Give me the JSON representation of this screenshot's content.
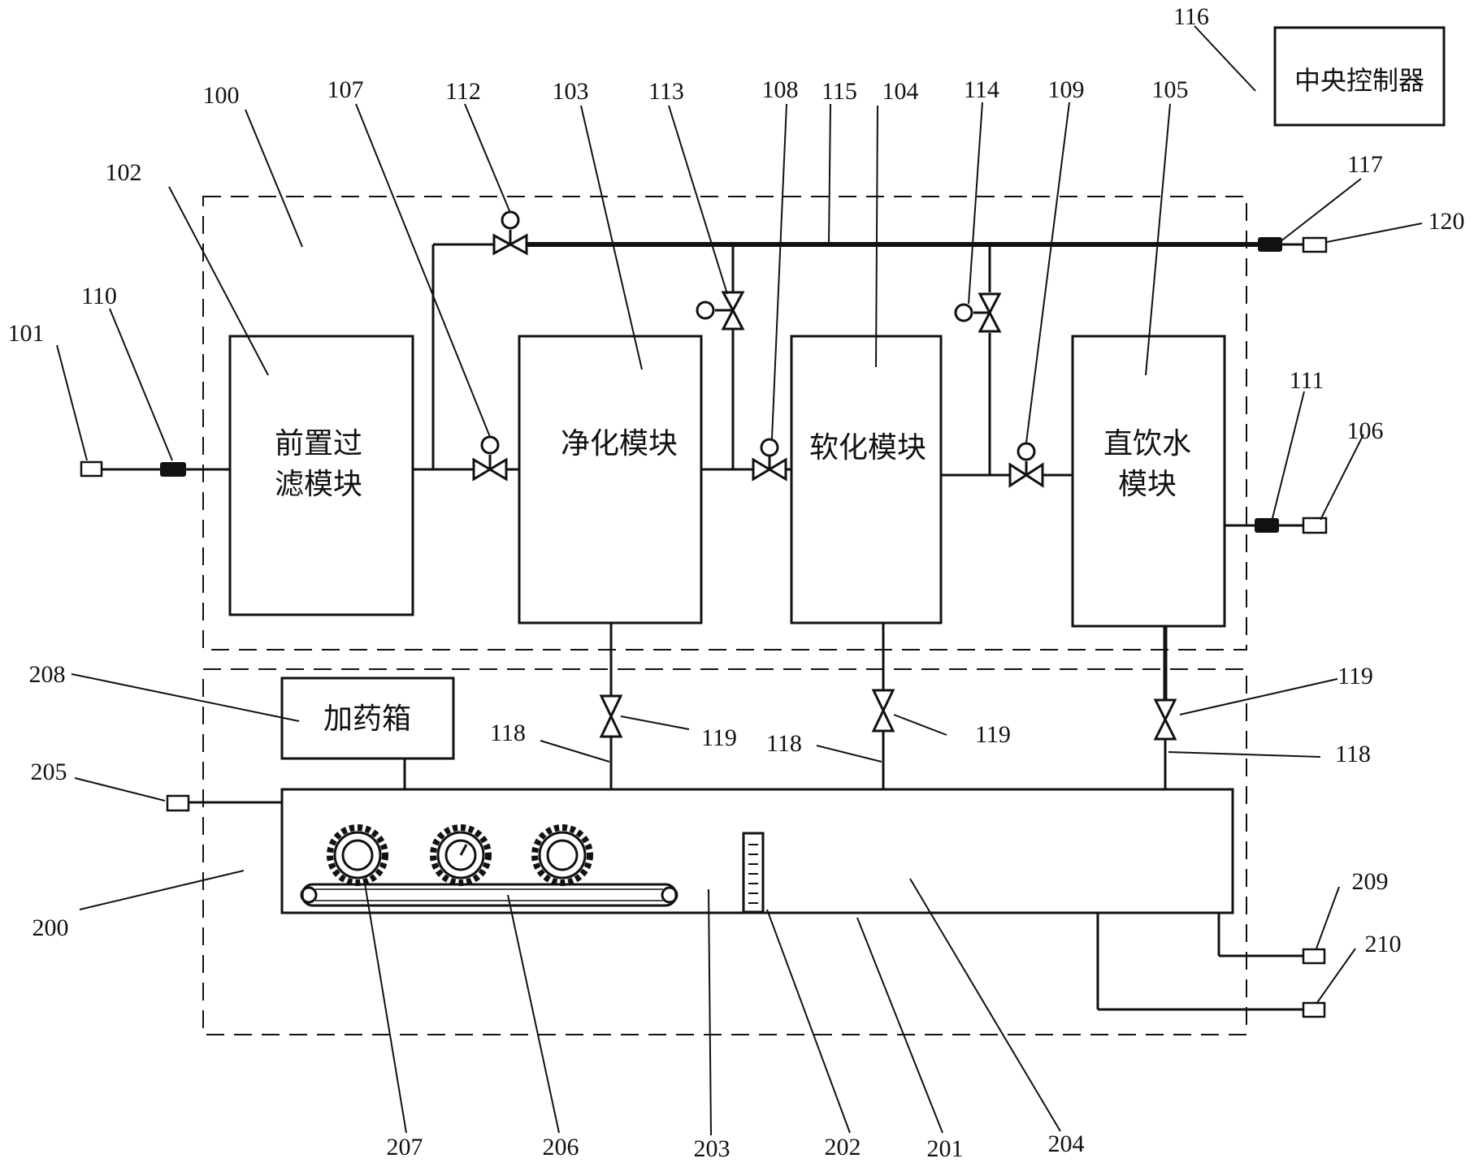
{
  "modules": {
    "pre_filter": {
      "ref": "102",
      "line1": "前置过",
      "line2": "滤模块"
    },
    "purification": {
      "ref": "103",
      "label": "净化模块"
    },
    "softening": {
      "ref": "104",
      "label": "软化模块"
    },
    "direct_drinking": {
      "ref": "105",
      "line1": "直饮水",
      "line2": "模块"
    },
    "dosing_box": {
      "ref": "208",
      "label": "加药箱"
    },
    "central_controller": {
      "ref": "116",
      "label": "中央控制器"
    }
  },
  "reference_numerals": {
    "treatment_unit": "100",
    "inlet_port": "101",
    "outlet_port": "106",
    "valve_107": "107",
    "valve_108": "108",
    "valve_109": "109",
    "flow_meter_110": "110",
    "flow_meter_111": "111",
    "valve_112": "112",
    "valve_113": "113",
    "valve_114": "114",
    "bypass_pipe": "115",
    "flow_meter_117": "117",
    "drain_pipe_a": "118",
    "drain_pipe_b": "118",
    "drain_pipe_c": "118",
    "drain_valve_a": "119",
    "drain_valve_b": "119",
    "drain_valve_c": "119",
    "bypass_outlet": "120",
    "recycle_unit": "200",
    "tank": "201",
    "level_gauge": "202",
    "chamber_203": "203",
    "chamber_204": "204",
    "port_205": "205",
    "conveyor": "206",
    "gear": "207",
    "port_209": "209",
    "port_210": "210"
  },
  "colors": {
    "line": "#111111",
    "background": "#ffffff"
  }
}
